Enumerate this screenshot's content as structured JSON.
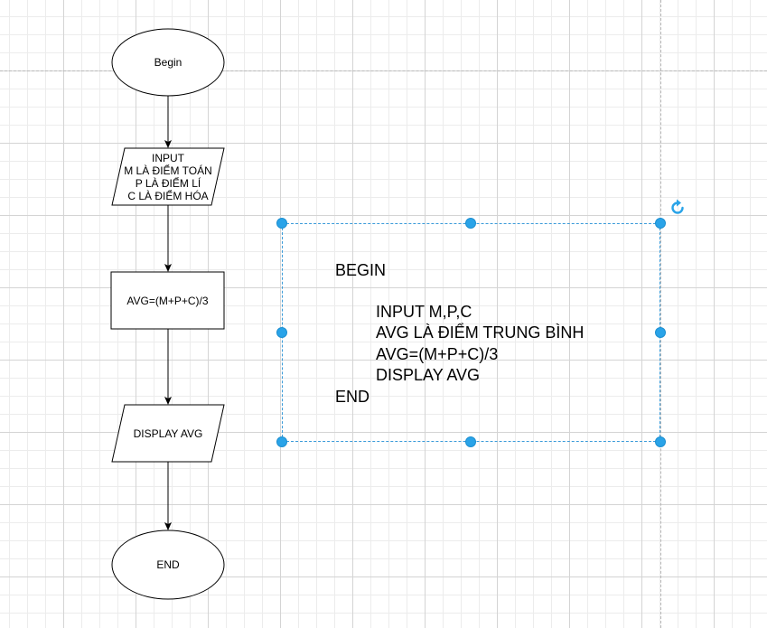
{
  "diagram": {
    "type": "flowchart",
    "nodes": {
      "begin": {
        "shape": "ellipse",
        "label": "Begin"
      },
      "input": {
        "shape": "parallelogram",
        "lines": [
          "INPUT",
          "M LÀ ĐIỂM TOÁN",
          "P LÀ ĐIỂM LÍ",
          "C LÀ ĐIỂM HÓA"
        ]
      },
      "process": {
        "shape": "rectangle",
        "label": "AVG=(M+P+C)/3"
      },
      "display": {
        "shape": "parallelogram",
        "label": "DISPLAY AVG"
      },
      "end": {
        "shape": "ellipse",
        "label": "END"
      }
    },
    "edges": [
      {
        "from": "begin",
        "to": "input"
      },
      {
        "from": "input",
        "to": "process"
      },
      {
        "from": "process",
        "to": "display"
      },
      {
        "from": "display",
        "to": "end"
      }
    ]
  },
  "pseudocode": {
    "selected": true,
    "selection_color": "#29a3e8",
    "begin": "BEGIN",
    "lines": [
      "INPUT M,P,C",
      "AVG LÀ ĐIỂM TRUNG BÌNH",
      "AVG=(M+P+C)/3",
      "DISPLAY AVG"
    ],
    "end": "END"
  },
  "icons": {
    "rotate": "rotate-icon"
  }
}
